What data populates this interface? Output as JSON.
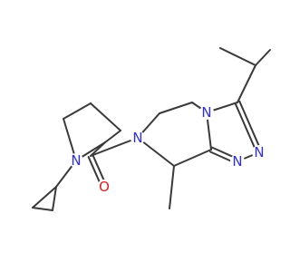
{
  "molecule": {
    "atom_labels": [
      {
        "id": "N_pyrrolidine",
        "text": "N",
        "color": "#2f2fd6"
      },
      {
        "id": "N_piperazine",
        "text": "N",
        "color": "#2f2fd6"
      },
      {
        "id": "N_triazole_fused",
        "text": "N",
        "color": "#2f2fd6"
      },
      {
        "id": "N_triazole_upper",
        "text": "N",
        "color": "#2f2fd6"
      },
      {
        "id": "N_triazole_lower",
        "text": "N",
        "color": "#2f2fd6"
      },
      {
        "id": "O_carbonyl",
        "text": "O",
        "color": "#e02020"
      }
    ],
    "bond_color": "#3a3a3a"
  }
}
